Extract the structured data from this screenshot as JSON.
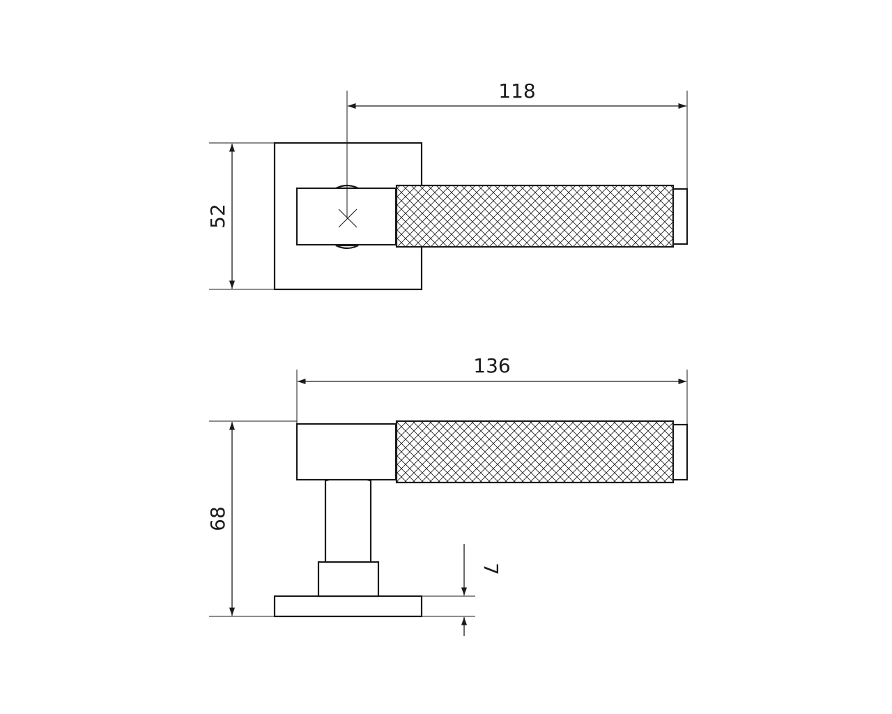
{
  "dimensions": {
    "top_width": "118",
    "top_height": "52",
    "side_width": "136",
    "side_height": "68",
    "rose_thickness": "7"
  }
}
